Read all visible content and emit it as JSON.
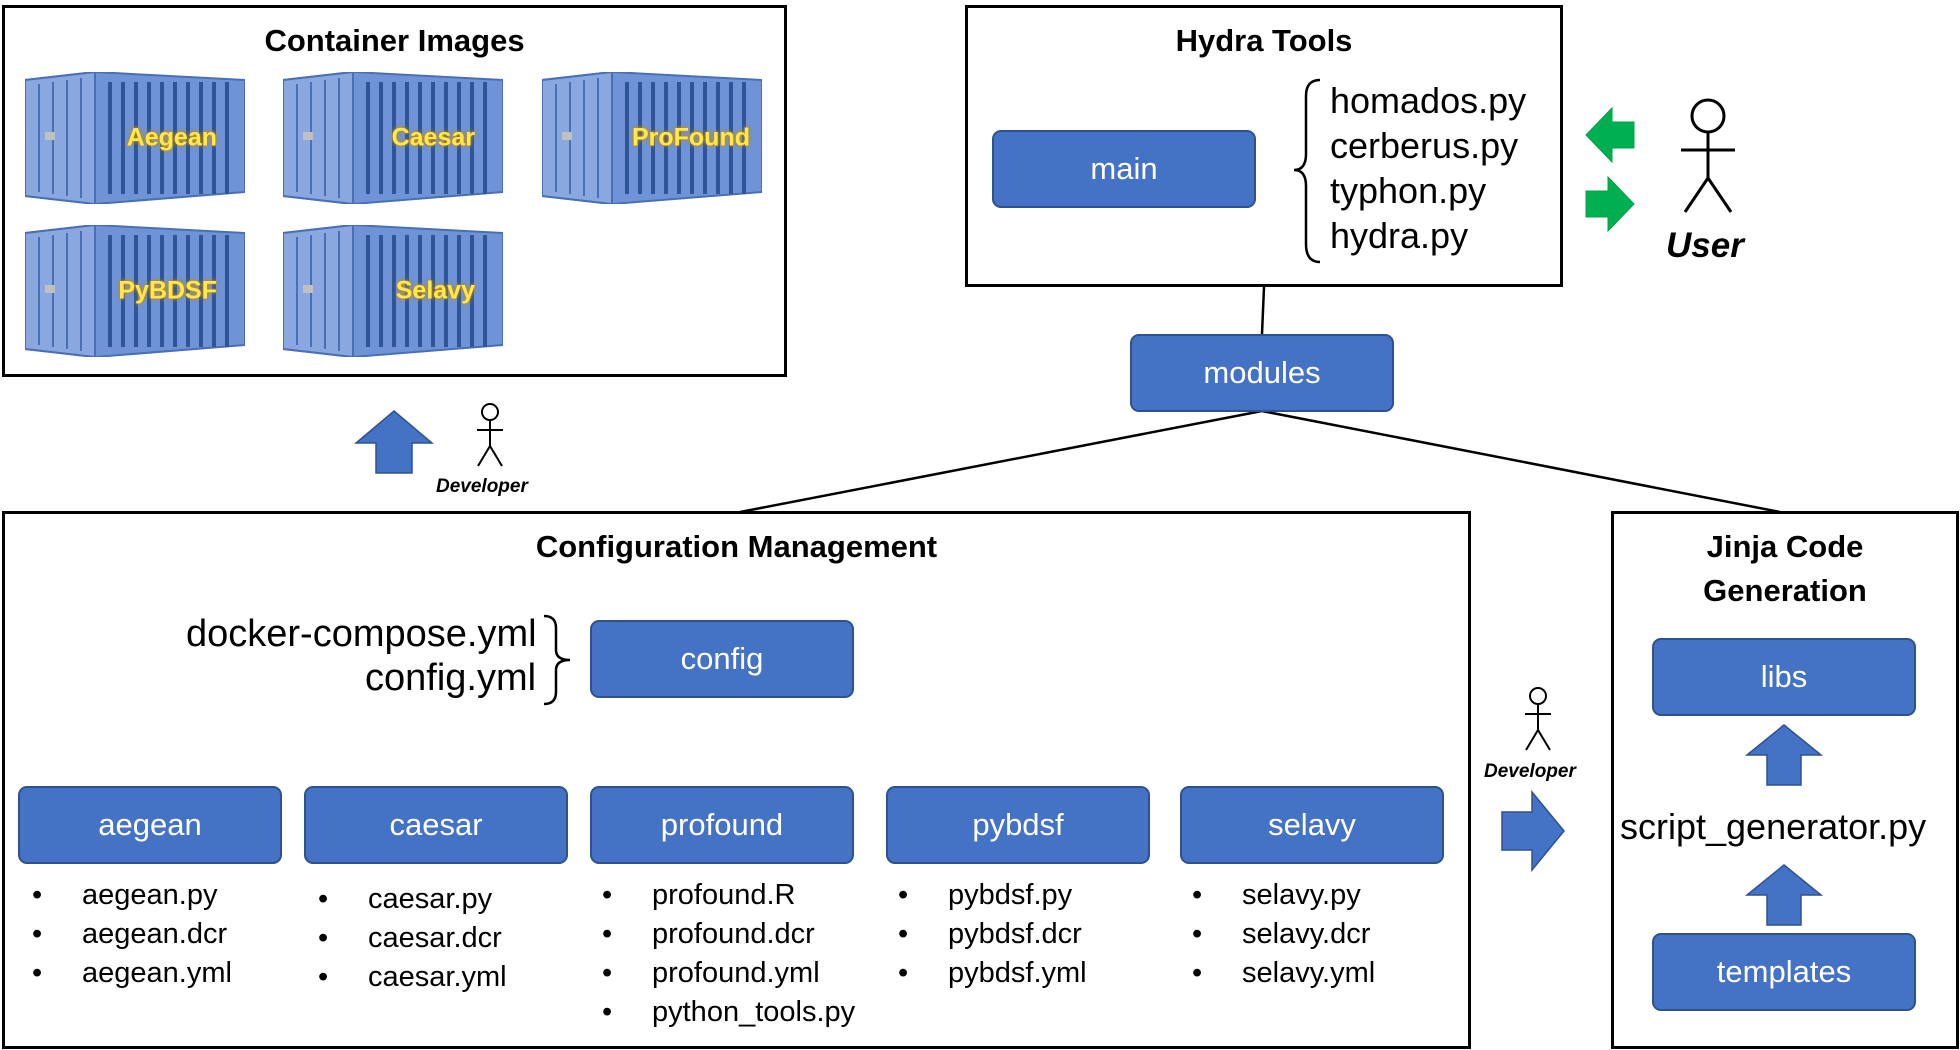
{
  "container_images": {
    "title": "Container Images",
    "containers": [
      "Aegean",
      "Caesar",
      "ProFound",
      "PyBDSF",
      "Selavy"
    ]
  },
  "hydra_tools": {
    "title": "Hydra Tools",
    "main_label": "main",
    "files": [
      "homados.py",
      "cerberus.py",
      "typhon.py",
      "hydra.py"
    ]
  },
  "user_label": "User",
  "modules_label": "modules",
  "developer_label_left": "Developer",
  "developer_label_right": "Developer",
  "config_mgmt": {
    "title": "Configuration Management",
    "config_label": "config",
    "config_files": [
      "docker-compose.yml",
      "config.yml"
    ],
    "tools": [
      {
        "label": "aegean",
        "files": [
          "aegean.py",
          "aegean.dcr",
          "aegean.yml"
        ]
      },
      {
        "label": "caesar",
        "files": [
          "caesar.py",
          "caesar.dcr",
          "caesar.yml"
        ]
      },
      {
        "label": "profound",
        "files": [
          "profound.R",
          "profound.dcr",
          "profound.yml",
          "python_tools.py"
        ]
      },
      {
        "label": "pybdsf",
        "files": [
          "pybdsf.py",
          "pybdsf.dcr",
          "pybdsf.yml"
        ]
      },
      {
        "label": "selavy",
        "files": [
          "selavy.py",
          "selavy.dcr",
          "selavy.yml"
        ]
      }
    ]
  },
  "jinja": {
    "title_line1": "Jinja Code",
    "title_line2": "Generation",
    "libs_label": "libs",
    "script_label": "script_generator.py",
    "templates_label": "templates"
  },
  "colors": {
    "node_fill": "#4472c4",
    "green_arrow": "#00b050",
    "container_text": "#ffe94d"
  }
}
